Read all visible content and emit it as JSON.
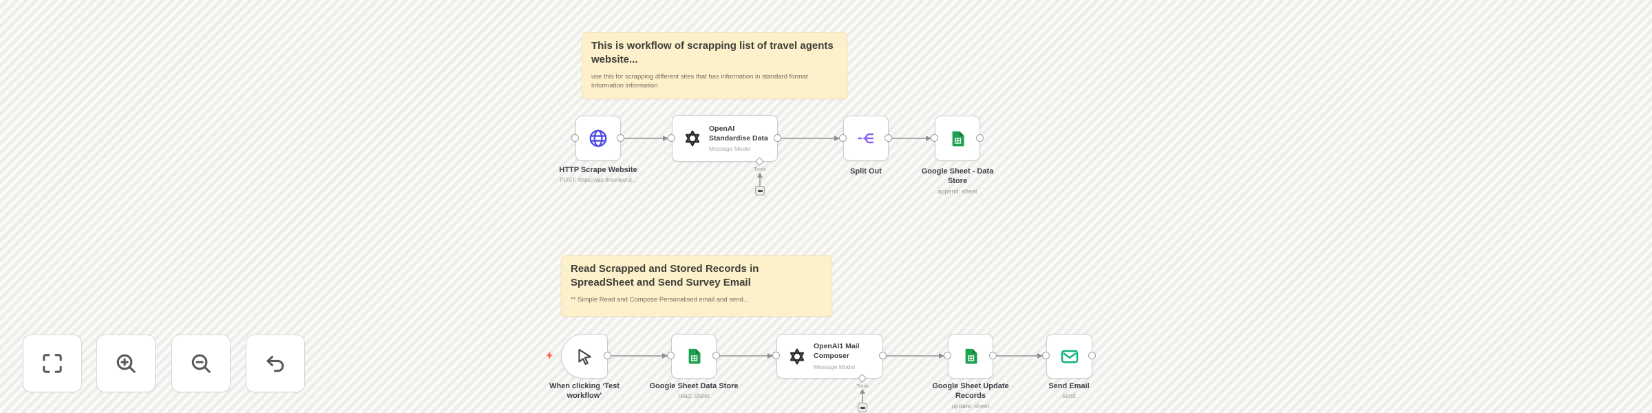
{
  "app": {
    "name": "workflow editor canvas"
  },
  "colors": {
    "canvas_bg": "#f5f4f2",
    "sticky_bg": "#fdf1cc",
    "node_border": "#cbcbcb",
    "wire": "#ababab",
    "http_globe": "#4b49e8",
    "split_out_purple": "#8a63f2",
    "google_sheets_green": "#1ca14e",
    "email_teal": "#12b37f",
    "trigger_bolt_red": "#ff6250",
    "openai_black": "#2a2a2a"
  },
  "sticky_notes": {
    "scraping": {
      "title": "This is workflow of scrapping list of travel agents website...",
      "body": "use this for scrapping different sites that has information in standard format information information"
    },
    "survey": {
      "title": "Read Scrapped and Stored Records in SpreadSheet and Send Survey Email",
      "body": "** Simple Read and Compose Personalised email and send..."
    }
  },
  "nodes": {
    "http_scrape": {
      "name": "HTTP Scrape Website",
      "subtitle": "POST: https://api.firecrawl.d...",
      "icon": "globe-icon"
    },
    "openai_standardise": {
      "name": "OpenAI Standardise Data",
      "subtitle": "Message Model",
      "icon": "openai-icon",
      "tools_port_label": "Tools"
    },
    "split_out": {
      "name": "Split Out",
      "icon": "split-out-icon"
    },
    "gsheet_data_store_append": {
      "name": "Google Sheet - Data Store",
      "subtitle": "append: sheet",
      "icon": "google-sheets-icon"
    },
    "manual_trigger": {
      "name": "When clicking ‘Test workflow’",
      "icon": "cursor-icon"
    },
    "gsheet_data_store_read": {
      "name": "Google Sheet Data Store",
      "subtitle": "read: sheet",
      "icon": "google-sheets-icon"
    },
    "openai_mail_composer": {
      "name": "OpenAI1 Mail Composer",
      "subtitle": "Message Model",
      "icon": "openai-icon",
      "tools_port_label": "Tools"
    },
    "gsheet_update_records": {
      "name": "Google Sheet Update Records",
      "subtitle": "update: sheet",
      "icon": "google-sheets-icon"
    },
    "send_email": {
      "name": "Send Email",
      "subtitle": "send",
      "icon": "email-icon"
    }
  },
  "controls": {
    "fit_view": "fit-view-icon",
    "zoom_in": "zoom-in-icon",
    "zoom_out": "zoom-out-icon",
    "undo": "undo-icon"
  }
}
